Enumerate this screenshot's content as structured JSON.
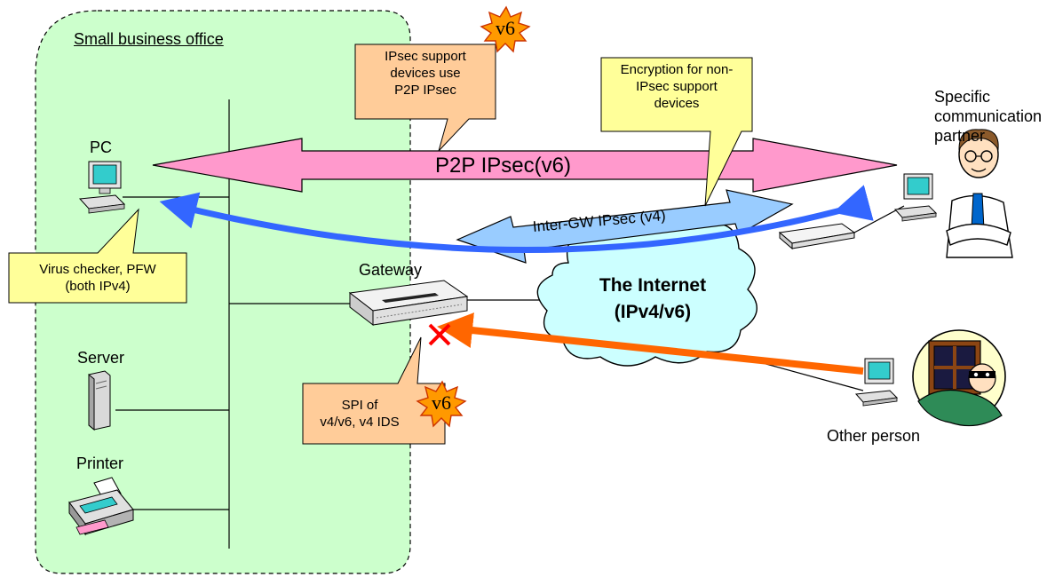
{
  "office": {
    "title": "Small business office"
  },
  "devices": {
    "pc": "PC",
    "server": "Server",
    "printer": "Printer",
    "gateway": "Gateway",
    "partner": "Specific\ncommunication\npartner",
    "other_person": "Other person"
  },
  "internet": {
    "line1": "The Internet",
    "line2": "(IPv4/v6)"
  },
  "arrows": {
    "p2p_ipsec": "P2P IPsec(v6)",
    "inter_gw": "Inter-GW IPsec (v4)"
  },
  "callouts": {
    "ipsec_support": "IPsec support\ndevices use\nP2P IPsec",
    "encryption": "Encryption for non-\nIPsec support\ndevices",
    "virus_checker": "Virus checker, PFW\n(both IPv4)",
    "spi": "SPI of\nv4/v6, v4 IDS"
  },
  "badges": {
    "v6_top": "v6",
    "v6_bottom": "v6"
  },
  "colors": {
    "office_fill": "#ccffcc",
    "callout_orange": "#ffcc99",
    "callout_yellow": "#ffff99",
    "p2p_arrow": "#ff99cc",
    "inter_gw_arrow": "#99ccff",
    "blue_arrow": "#3366ff",
    "orange_arrow": "#ff6600",
    "cloud_fill": "#ccffff",
    "block_mark": "#ff0000"
  }
}
